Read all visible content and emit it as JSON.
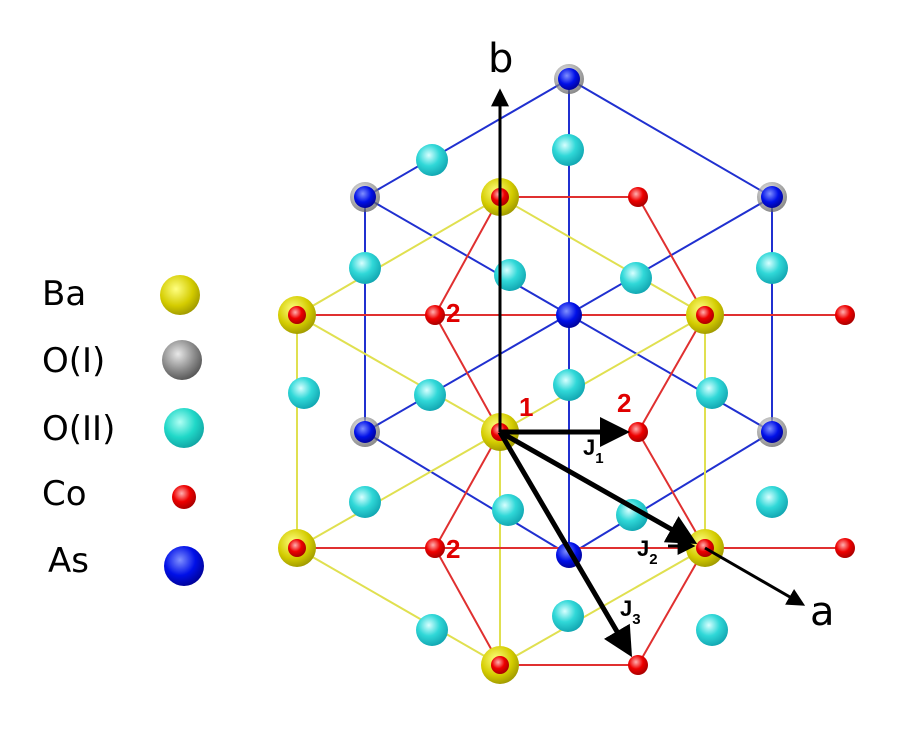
{
  "legend": {
    "items": [
      {
        "label": "Ba",
        "color": "#d8d000"
      },
      {
        "label": "O(I)",
        "color": "#8c8c8c"
      },
      {
        "label": "O(II)",
        "color": "#1ee0c0"
      },
      {
        "label": "Co",
        "color": "#e00000"
      },
      {
        "label": "As",
        "color": "#0010e0"
      }
    ]
  },
  "axes": {
    "b": "b",
    "a": "a"
  },
  "site_labels": {
    "one": "1",
    "two": "2"
  },
  "couplings": {
    "j": "J",
    "j1_sub": "1",
    "j2_sub": "2",
    "j3_sub": "3"
  },
  "colors": {
    "as_bonds": "#2030d0",
    "ba_bonds": "#e0e050",
    "co_bonds": "#e03030",
    "site_label": "#e00000",
    "o2_atom": "#2ad0d0",
    "vector": "#000000"
  }
}
